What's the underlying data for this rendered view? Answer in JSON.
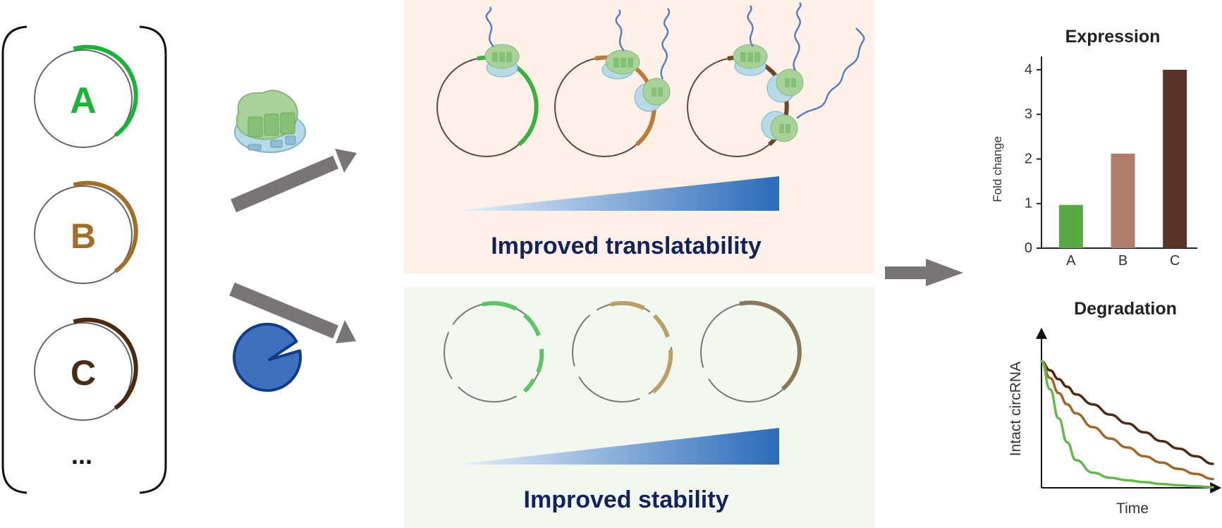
{
  "variants": [
    {
      "label": "A",
      "color": "#1db33a"
    },
    {
      "label": "B",
      "color": "#a0702a"
    },
    {
      "label": "C",
      "color": "#4a2a12"
    }
  ],
  "ellipsis": "...",
  "panels": {
    "translatability": {
      "title": "Improved translatability",
      "background": "#fdf0e8"
    },
    "stability": {
      "title": "Improved stability",
      "background": "#f2f8f0"
    }
  },
  "title_color": "#13235a",
  "arrow_color": "#777575",
  "gradient": {
    "start": "#eaf2fb",
    "end": "#2a6bb8"
  },
  "pacman_color": "#3e70be",
  "chart_data": [
    {
      "type": "bar",
      "title": "Expression",
      "ylabel": "Fold change",
      "xlabel": "",
      "categories": [
        "A",
        "B",
        "C"
      ],
      "values": [
        0.97,
        2.12,
        4.0
      ],
      "colors": [
        "#5aaa44",
        "#b07d6c",
        "#5a3428"
      ],
      "ylim": [
        0,
        4.3
      ],
      "yticks": [
        0,
        1,
        2,
        3,
        4
      ],
      "grid": false
    },
    {
      "type": "line",
      "title": "Degradation",
      "xlabel": "Time",
      "ylabel": "Intact circRNA",
      "x": [
        0,
        0.05,
        0.1,
        0.15,
        0.2,
        0.3,
        0.4,
        0.5,
        0.6,
        0.7,
        0.8,
        0.9,
        1.0
      ],
      "series": [
        {
          "color": "#4c2a14",
          "values": [
            1.0,
            0.93,
            0.86,
            0.8,
            0.74,
            0.66,
            0.58,
            0.51,
            0.44,
            0.37,
            0.31,
            0.25,
            0.19
          ]
        },
        {
          "color": "#a0672a",
          "values": [
            1.0,
            0.87,
            0.75,
            0.66,
            0.59,
            0.48,
            0.39,
            0.32,
            0.25,
            0.2,
            0.15,
            0.11,
            0.07
          ]
        },
        {
          "color": "#66b84c",
          "values": [
            1.0,
            0.78,
            0.55,
            0.36,
            0.22,
            0.12,
            0.08,
            0.06,
            0.045,
            0.03,
            0.02,
            0.012,
            0.005
          ]
        }
      ],
      "xlim": [
        0,
        1
      ],
      "ylim": [
        0,
        1.25
      ],
      "grid": false
    }
  ]
}
